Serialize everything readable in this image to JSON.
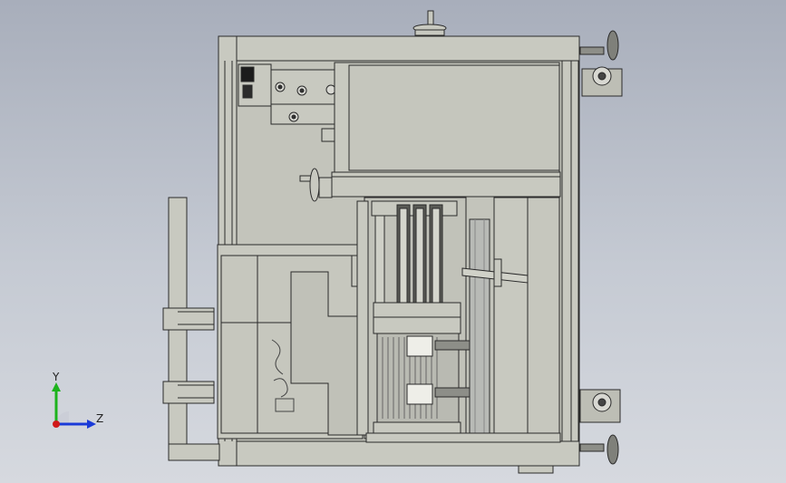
{
  "viewport": {
    "view": "side",
    "colors": {
      "background_top": "#a8aebb",
      "background_bottom": "#d6d9df",
      "part_fill": "#c8c9c0",
      "part_dark": "#8d8e88",
      "edge": "#2a2a2a",
      "shaft": "#b8bab6"
    }
  },
  "triad": {
    "y_label": "Y",
    "z_label": "Z",
    "y_color": "#1db31d",
    "z_color": "#1a3ad8",
    "x_color": "#d01818"
  }
}
